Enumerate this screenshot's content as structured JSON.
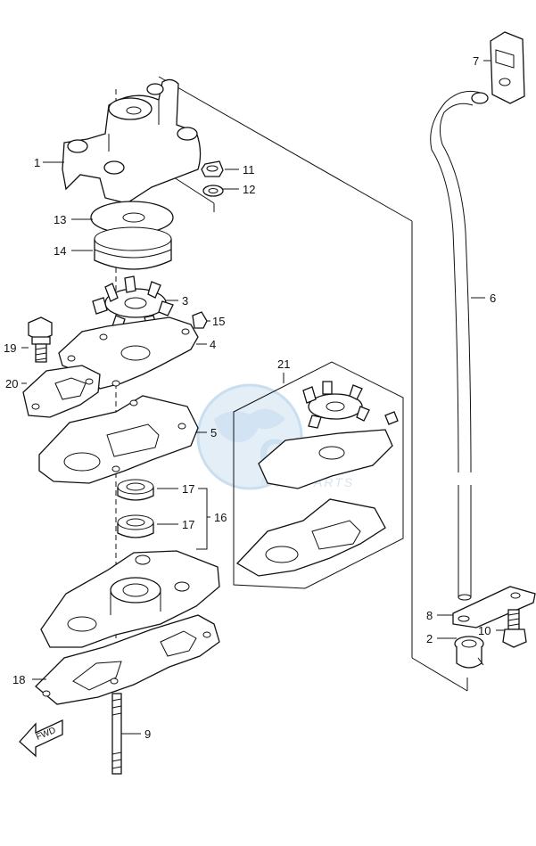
{
  "labels": {
    "p1": "1",
    "p2": "2",
    "p3": "3",
    "p4": "4",
    "p5": "5",
    "p6": "6",
    "p7": "7",
    "p8": "8",
    "p9": "9",
    "p10": "10",
    "p11": "11",
    "p12": "12",
    "p13": "13",
    "p14": "14",
    "p15": "15",
    "p16": "16",
    "p17a": "17",
    "p17b": "17",
    "p18": "18",
    "p19": "19",
    "p20": "20",
    "p21": "21"
  },
  "fwd": "FWD",
  "watermark": {
    "brand": "OSM",
    "sub": "MOTOPARTS"
  },
  "colors": {
    "line": "#111111",
    "watermark": "#bcd7ee"
  }
}
